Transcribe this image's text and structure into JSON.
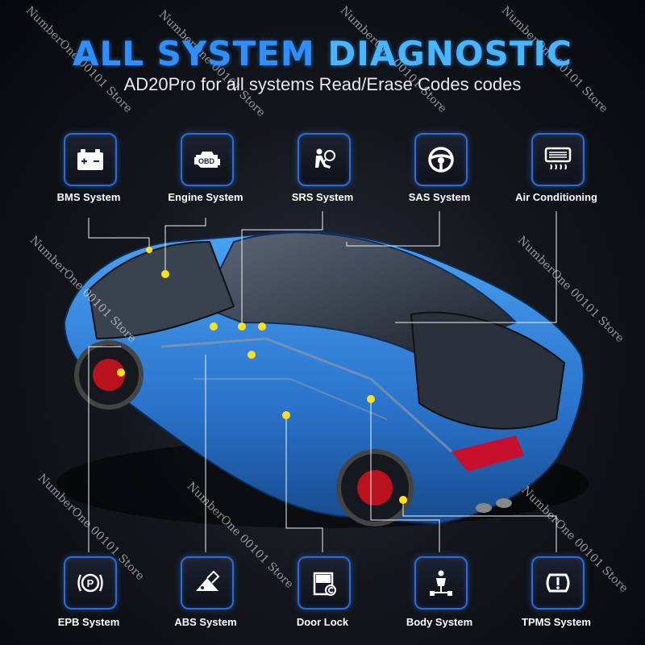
{
  "header": {
    "title_part1": "ALL SYSTEM",
    "title_part2": "DIAGNOSTIC",
    "subtitle": "AD20Pro for all systems Read/Erase Codes codes"
  },
  "top_systems": [
    {
      "label": "BMS System",
      "icon": "battery-icon"
    },
    {
      "label": "Engine System",
      "icon": "obd-engine-icon"
    },
    {
      "label": "SRS System",
      "icon": "airbag-icon"
    },
    {
      "label": "SAS System",
      "icon": "steering-wheel-icon"
    },
    {
      "label": "Air Conditioning",
      "icon": "air-conditioning-icon"
    }
  ],
  "bottom_systems": [
    {
      "label": "EPB System",
      "icon": "parking-brake-icon"
    },
    {
      "label": "ABS System",
      "icon": "abs-icon"
    },
    {
      "label": "Door Lock",
      "icon": "door-lock-icon"
    },
    {
      "label": "Body System",
      "icon": "body-system-icon"
    },
    {
      "label": "TPMS System",
      "icon": "tpms-icon"
    }
  ],
  "icon_text": {
    "obd": "OBD"
  },
  "watermark": "NumberOne 00101 Store",
  "colors": {
    "accent": "#2f8fff",
    "car_body": "#2f7fd8",
    "dot": "#ffe11a",
    "tile_border": "#2e6bd6"
  }
}
